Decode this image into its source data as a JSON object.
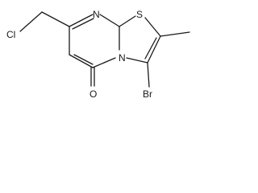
{
  "molecule": {
    "atoms": [
      {
        "id": "Cl",
        "label": "Cl"
      },
      {
        "id": "N_ring",
        "label": "N"
      },
      {
        "id": "S",
        "label": "S"
      },
      {
        "id": "N_bridge",
        "label": "N"
      },
      {
        "id": "Br",
        "label": "Br"
      },
      {
        "id": "O",
        "label": "O"
      }
    ]
  }
}
